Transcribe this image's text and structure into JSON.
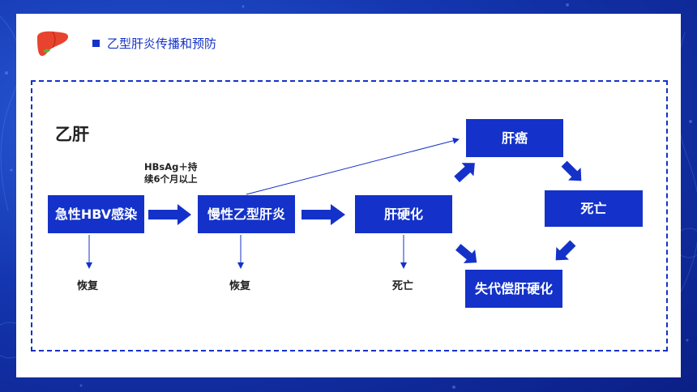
{
  "header": {
    "title": "乙型肝炎传播和预防"
  },
  "diagram": {
    "section_label": "乙肝",
    "condition_line1": "HBsAg＋持",
    "condition_line2": "续6个月以上",
    "nodes": {
      "acute": "急性HBV感染",
      "chronic": "慢性乙型肝炎",
      "cirrhosis": "肝硬化",
      "liver_cancer": "肝癌",
      "death_right": "死亡",
      "decompensated": "失代偿肝硬化"
    },
    "outcomes": {
      "acute": "恢复",
      "chronic": "恢复",
      "cirrhosis": "死亡"
    }
  },
  "colors": {
    "primary": "#1432c9",
    "background": "#1436b0"
  },
  "icons": {
    "logo": "liver-icon",
    "bullet": "square-bullet-icon"
  }
}
